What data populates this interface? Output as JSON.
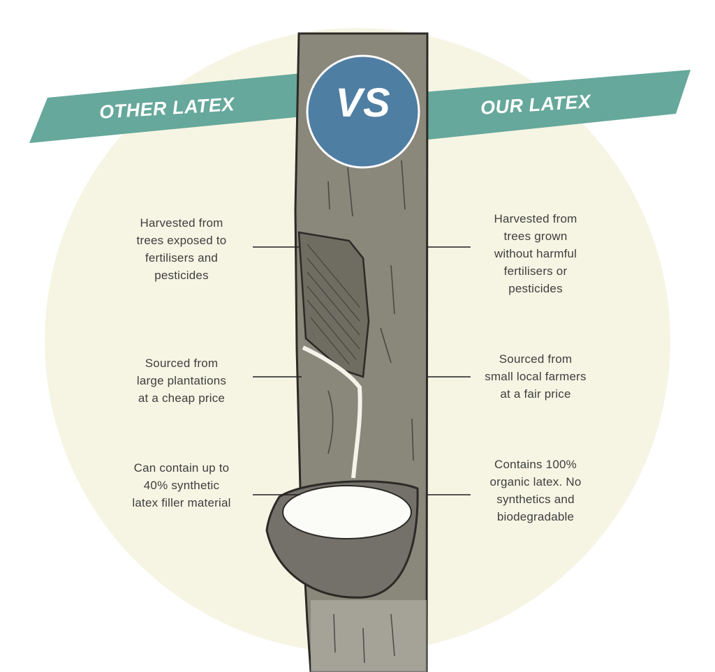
{
  "header": {
    "left_banner": "OTHER LATEX",
    "right_banner": "OUR LATEX",
    "vs_badge": "VS"
  },
  "colors": {
    "banner": "#66a89b",
    "vs_circle": "#4f7ea3",
    "background_circle": "#f6f5e4",
    "trunk": "#8a877b",
    "text": "#3e3e3e"
  },
  "left": {
    "items": [
      {
        "lines": [
          "Harvested from",
          "trees exposed to",
          "fertilisers and",
          "pesticides"
        ]
      },
      {
        "lines": [
          "Sourced from",
          "large plantations",
          "at a cheap price"
        ]
      },
      {
        "lines": [
          "Can contain up to",
          "40% synthetic",
          "latex filler material"
        ]
      }
    ]
  },
  "right": {
    "items": [
      {
        "lines": [
          "Harvested from",
          "trees grown",
          "without harmful",
          "fertilisers or",
          "pesticides"
        ]
      },
      {
        "lines": [
          "Sourced from",
          "small local farmers",
          "at a fair price"
        ]
      },
      {
        "lines": [
          "Contains 100%",
          "organic latex. No",
          "synthetics and",
          "biodegradable"
        ]
      }
    ]
  },
  "illustration": {
    "subject": "rubber-tree-trunk-with-latex-collection-cup"
  }
}
